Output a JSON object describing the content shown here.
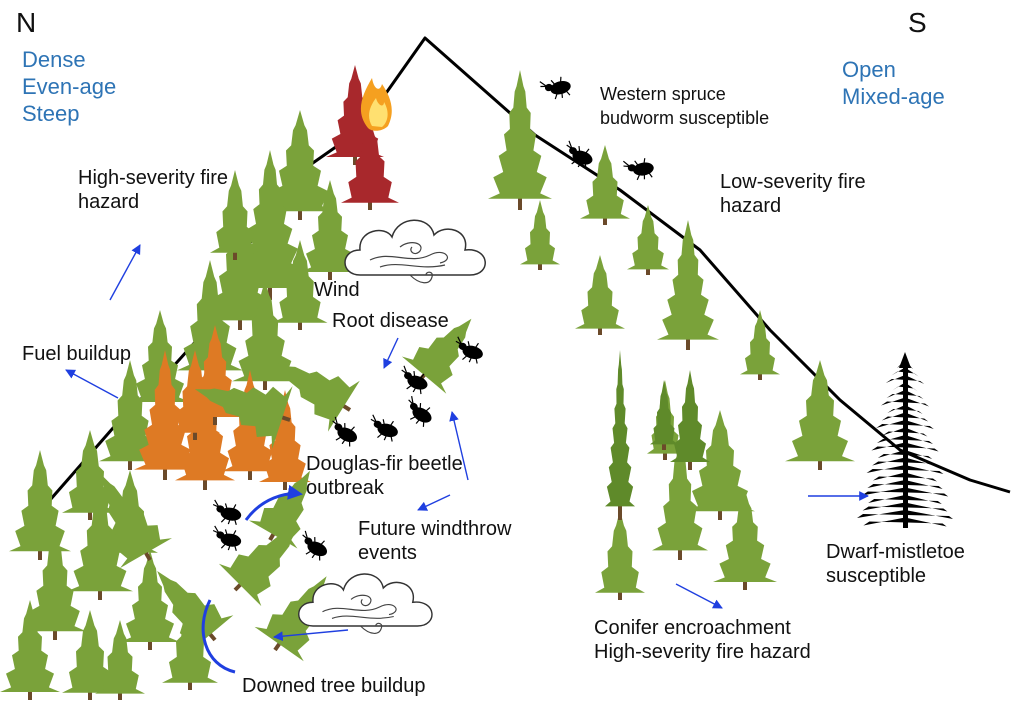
{
  "north": {
    "letter": "N",
    "attributes": [
      "Dense",
      "Even-age",
      "Steep"
    ],
    "high_fire": [
      "High-severity fire",
      "hazard"
    ],
    "fuel_buildup": "Fuel buildup",
    "wind": "Wind",
    "root_disease": "Root disease",
    "beetle": [
      "Douglas-fir beetle",
      "outbreak"
    ],
    "windthrow": [
      "Future windthrow",
      "events"
    ],
    "downed": "Downed tree buildup"
  },
  "south": {
    "letter": "S",
    "attributes": [
      "Open",
      "Mixed-age"
    ],
    "budworm": [
      "Western spruce",
      "budworm  susceptible"
    ],
    "low_fire": [
      "Low-severity fire",
      "hazard"
    ],
    "mistletoe": [
      "Dwarf-mistletoe",
      "susceptible"
    ],
    "conifer": [
      "Conifer encroachment",
      "High-severity fire hazard"
    ]
  },
  "colors": {
    "tree_green": "#7aa23a",
    "tree_dark_green": "#5f8a2a",
    "tree_orange": "#de7a24",
    "tree_red": "#a8282c",
    "arrow_blue": "#1f3fe0",
    "label_blue": "#2e74b5",
    "ridge": "#000000"
  },
  "icons": [
    "flame-icon",
    "beetle-icon",
    "wind-cloud-icon",
    "silhouette-tree-icon"
  ]
}
